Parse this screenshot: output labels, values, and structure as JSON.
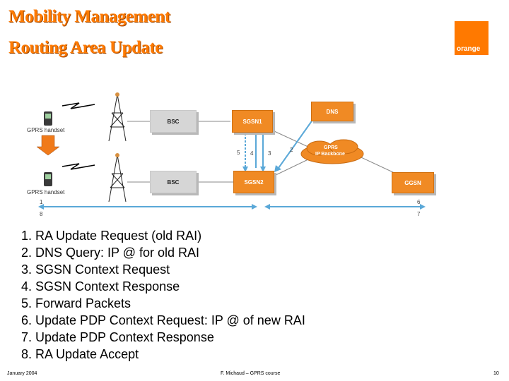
{
  "header": {
    "title_line1": "Mobility Management",
    "title_line2": "Routing Area Update",
    "logo_text": "orange"
  },
  "diagram": {
    "handset_top_label": "GPRS handset",
    "handset_bottom_label": "GPRS handset",
    "bsc_top": "BSC",
    "bsc_bottom": "BSC",
    "sgsn1": "SGSN1",
    "sgsn2": "SGSN2",
    "dns": "DNS",
    "backbone_line1": "GPRS",
    "backbone_line2": "IP Backbone",
    "ggsn": "GGSN",
    "step_labels": {
      "s5": "5",
      "s4": "4",
      "s3": "3",
      "s2": "2",
      "s1": "1",
      "s8": "8",
      "s6": "6",
      "s7": "7"
    },
    "colors": {
      "node_orange": "#f08a24",
      "arrow_blue": "#5aa8d8",
      "down_arrow": "#f07a1a",
      "title": "#ff7a00"
    }
  },
  "steps": [
    "1. RA Update Request (old RAI)",
    "2. DNS Query: IP @ for old RAI",
    "3. SGSN Context Request",
    "4. SGSN Context Response",
    "5. Forward Packets",
    "6. Update PDP Context Request: IP @ of new RAI",
    "7. Update PDP Context Response",
    "8. RA Update Accept"
  ],
  "footer": {
    "date": "January 2004",
    "author": "F. Michaud – GPRS course",
    "page": "10"
  }
}
